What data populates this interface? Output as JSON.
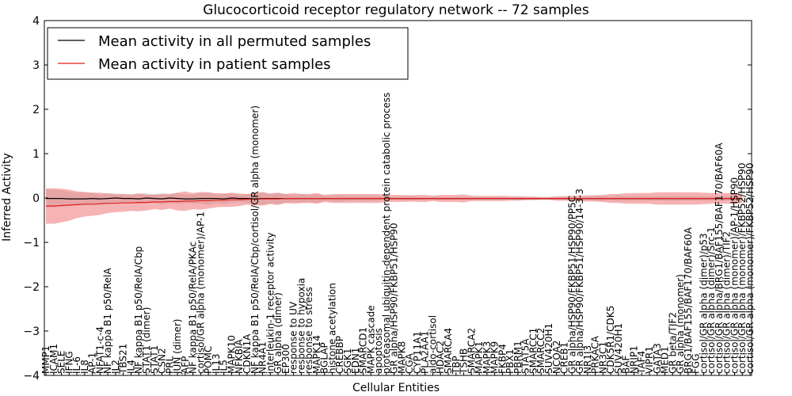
{
  "chart_data": {
    "type": "line",
    "title": "Glucocorticoid receptor regulatory network -- 72 samples",
    "xlabel": "Cellular Entities",
    "ylabel": "Inferred Activity",
    "ylim": [
      -4,
      4
    ],
    "yticks": [
      -4,
      -3,
      -2,
      -1,
      0,
      1,
      2,
      3,
      4
    ],
    "ytick_labels": [
      "−4",
      "−3",
      "−2",
      "−1",
      "0",
      "1",
      "2",
      "3",
      "4"
    ],
    "grid": false,
    "legend_position": "top-left",
    "colors": {
      "permuted": "#000000",
      "patient": "#dd2222",
      "permuted_band": "#bbbbbb",
      "patient_band": "#f08080"
    },
    "categories": [
      "MMP1",
      "ICAM1",
      "SELE",
      "IFNG",
      "IL-6",
      "IL8",
      "AP-1",
      "NFAT1-c-4",
      "NF kappa B1 p50/RelA",
      "IL2",
      "TBS21",
      "IL4",
      "NF kappa B1 p50/RelA/Cbp",
      "STAT1 (dimer)",
      "STAT1",
      "CSN2",
      "PRL",
      "JUN (dimer)",
      "AFP",
      "NF kappa B1 p50/RelA/PKAc",
      "cortisol/GR alpha (monomer)/AP-1",
      "POMC",
      "IL13",
      "IL5",
      "MAPK10",
      "NFKBIA",
      "CDKN1A",
      "NF kappa B1 p50/RelA/Cbp/cortisol/GR alpha (monomer)",
      "NR4A1",
      "interleukin-1 receptor activity",
      "GR alpha (dimer)",
      "EP300",
      "response to UV",
      "response to hypoxia",
      "response to stress",
      "MAPK14",
      "BGLAP",
      "histone acetylation",
      "CREBBP",
      "SGK1",
      "EDN1",
      "SMARCD1",
      "MAPK cascade",
      "apoptosis",
      "proteasomal ubiquitin-dependent protein catabolic process",
      "GR alpha/HSP90/FKBP51/HSP90",
      "MAPK8",
      "CGA",
      "CYP11A1",
      "PLA2AA1",
      "aldo-cortisol",
      "HDAC2",
      "SMARCA4",
      "TBP",
      "TSHB",
      "SMARCA2",
      "MAPK1",
      "MAPK3",
      "MAPK9",
      "FKBP4",
      "PBX1",
      "PBRM1",
      "STAT5A",
      "SMARCC1",
      "SMARCC2",
      "SUV420H1",
      "NCOA2",
      "CREB1",
      "GR alpha/HSP90/FKBP51/HSP90/PP5C",
      "GR alpha/HSP90/FKBP51/HSP90/14-3-3",
      "NR1I3",
      "PRKACA",
      "NR3C1",
      "CDK5R1/CDK5",
      "SUV420H1",
      "BAF",
      "NRIP1",
      "TAF4",
      "VIPR1",
      "GATA3",
      "MED1",
      "GR beta/TIF2",
      "GR alpha (monomer)",
      "BRG1/BAF155/BAF170/BAF60A",
      "FGG",
      "cortisol/GR alpha (dimer)/p53",
      "cortisol/GR alpha (dimer)/Src-1",
      "cortisol/GR alpha/BRG1/BAF155/BAF170/BAF60A",
      "cortisol/GR alpha (dimer)/TIF2",
      "cortisol/GR alpha (monomer)/AP-1/HSP90",
      "cortisol/GR alpha (monomer)/FKBP52/HSP90",
      "cortisol/GR alpha (monomer)/FKBP52/HSP90"
    ],
    "series": [
      {
        "name": "Mean activity in all permuted samples",
        "values": [
          -0.01,
          -0.01,
          -0.01,
          -0.02,
          -0.02,
          -0.02,
          -0.01,
          -0.02,
          -0.01,
          0.0,
          -0.01,
          -0.01,
          -0.02,
          0.0,
          -0.01,
          -0.02,
          0.0,
          -0.01,
          -0.02,
          -0.02,
          -0.01,
          -0.01,
          -0.01,
          -0.02,
          0.0,
          -0.01,
          -0.01,
          -0.02,
          -0.01,
          -0.01,
          -0.01,
          -0.01,
          -0.01,
          -0.01,
          -0.01,
          -0.01,
          -0.01,
          -0.01,
          -0.01,
          -0.01,
          -0.01,
          -0.01,
          -0.01,
          -0.01,
          -0.01,
          -0.01,
          -0.01,
          -0.01,
          -0.01,
          -0.01,
          -0.01,
          -0.01,
          -0.01,
          -0.01,
          -0.01,
          -0.01,
          -0.01,
          -0.01,
          -0.01,
          -0.01,
          -0.01,
          -0.01,
          -0.01,
          -0.01,
          -0.01,
          -0.01,
          -0.01,
          -0.01,
          -0.01,
          -0.01,
          -0.01,
          -0.01,
          -0.01,
          -0.01,
          -0.01,
          -0.01,
          -0.01,
          -0.01,
          -0.01,
          -0.01,
          -0.01,
          -0.01,
          -0.01,
          -0.01,
          -0.01,
          -0.01,
          -0.01,
          -0.01,
          -0.01,
          -0.01,
          -0.01
        ],
        "band": [
          0.2,
          0.2,
          0.18,
          0.16,
          0.14,
          0.14,
          0.12,
          0.1,
          0.12,
          0.1,
          0.1,
          0.1,
          0.12,
          0.1,
          0.1,
          0.12,
          0.1,
          0.12,
          0.1,
          0.1,
          0.12,
          0.15,
          0.1,
          0.12,
          0.1,
          0.08,
          0.1,
          0.12,
          0.15,
          0.1,
          0.12,
          0.1,
          0.08,
          0.1,
          0.08,
          0.1,
          0.06,
          0.06,
          0.07,
          0.06,
          0.05,
          0.05,
          0.06,
          0.05,
          0.04,
          0.03,
          0.04,
          0.05,
          0.03,
          0.03,
          0.03,
          0.03,
          0.03,
          0.03,
          0.03,
          0.03,
          0.03,
          0.03,
          0.03,
          0.03,
          0.03,
          0.03,
          0.03,
          0.03,
          0.03,
          0.03,
          0.03,
          0.03,
          0.04,
          0.03,
          0.04,
          0.05,
          0.06,
          0.04,
          0.06,
          0.05,
          0.05,
          0.05,
          0.05,
          0.05,
          0.05,
          0.06,
          0.05,
          0.05,
          0.05,
          0.05,
          0.05,
          0.05,
          0.05,
          0.05,
          0.05
        ]
      },
      {
        "name": "Mean activity in patient samples",
        "values": [
          -0.18,
          -0.18,
          -0.17,
          -0.16,
          -0.15,
          -0.14,
          -0.14,
          -0.13,
          -0.12,
          -0.12,
          -0.11,
          -0.11,
          -0.1,
          -0.1,
          -0.09,
          -0.09,
          -0.08,
          -0.08,
          -0.07,
          -0.07,
          -0.06,
          -0.06,
          -0.05,
          -0.05,
          -0.04,
          -0.04,
          -0.03,
          -0.03,
          -0.02,
          -0.02,
          -0.02,
          -0.01,
          -0.01,
          -0.01,
          -0.01,
          -0.01,
          -0.01,
          -0.01,
          -0.01,
          -0.01,
          -0.01,
          -0.01,
          -0.01,
          -0.01,
          -0.01,
          -0.01,
          -0.01,
          -0.01,
          -0.01,
          -0.01,
          -0.01,
          -0.01,
          -0.01,
          -0.01,
          -0.01,
          -0.01,
          -0.01,
          -0.01,
          -0.01,
          -0.01,
          -0.01,
          -0.01,
          -0.01,
          -0.01,
          -0.01,
          -0.01,
          -0.01,
          -0.01,
          -0.01,
          -0.01,
          -0.01,
          -0.01,
          -0.01,
          -0.01,
          -0.01,
          -0.01,
          -0.01,
          -0.01,
          -0.01,
          -0.01,
          -0.01,
          -0.01,
          -0.01,
          -0.01,
          -0.01,
          -0.01,
          -0.01,
          -0.01,
          -0.01,
          -0.01,
          -0.01
        ],
        "band": [
          0.4,
          0.4,
          0.38,
          0.35,
          0.3,
          0.28,
          0.26,
          0.25,
          0.22,
          0.2,
          0.2,
          0.18,
          0.2,
          0.18,
          0.16,
          0.18,
          0.16,
          0.2,
          0.22,
          0.18,
          0.2,
          0.18,
          0.16,
          0.15,
          0.16,
          0.14,
          0.12,
          0.14,
          0.15,
          0.12,
          0.14,
          0.1,
          0.12,
          0.1,
          0.1,
          0.12,
          0.08,
          0.1,
          0.1,
          0.1,
          0.1,
          0.1,
          0.1,
          0.1,
          0.08,
          0.08,
          0.08,
          0.07,
          0.08,
          0.08,
          0.06,
          0.08,
          0.08,
          0.08,
          0.09,
          0.06,
          0.06,
          0.06,
          0.06,
          0.06,
          0.05,
          0.05,
          0.04,
          0.04,
          0.03,
          0.03,
          0.05,
          0.05,
          0.06,
          0.06,
          0.07,
          0.07,
          0.08,
          0.1,
          0.1,
          0.12,
          0.12,
          0.12,
          0.12,
          0.14,
          0.14,
          0.14,
          0.14,
          0.14,
          0.14,
          0.13,
          0.12,
          0.12,
          0.12,
          0.12,
          0.1
        ]
      }
    ]
  }
}
